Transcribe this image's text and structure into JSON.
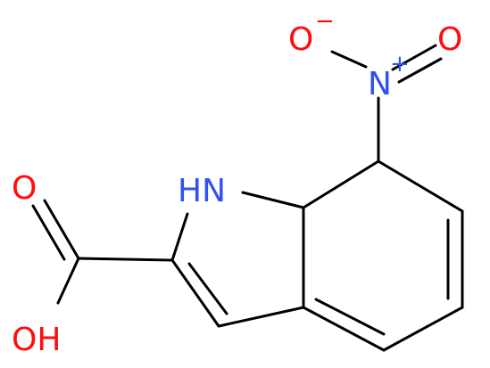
{
  "colors": {
    "carbon_bond": "#000000",
    "oxygen": "#ff0d0d",
    "nitrogen": "#3050f8",
    "background": "#ffffff"
  },
  "atoms": {
    "o_minus": "O",
    "minus_charge": "−",
    "o_double": "O",
    "n_nitro": "N",
    "plus_charge": "+",
    "nh": "HN",
    "o_carbonyl": "O",
    "oh": "OH"
  }
}
